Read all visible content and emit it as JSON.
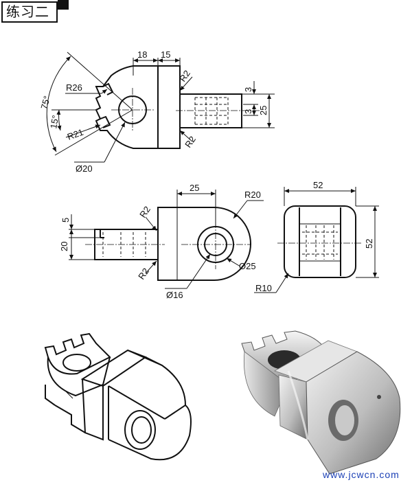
{
  "header": {
    "title": "练习二"
  },
  "front_view": {
    "labels": {
      "d18": "18",
      "d15": "15",
      "d3a": "3",
      "d3b": "3",
      "d25": "25",
      "r26": "R26",
      "r21": "R21",
      "r2a": "R2",
      "r2b": "R2",
      "angle75": "75°",
      "angle15": "15°",
      "dia20": "Ø20"
    }
  },
  "top_view": {
    "labels": {
      "d25": "25",
      "r20": "R20",
      "d5": "5",
      "d20": "20",
      "r2a": "R2",
      "r2b": "R2",
      "dia25": "Ø25",
      "dia16": "Ø16"
    }
  },
  "side_view": {
    "labels": {
      "d52w": "52",
      "d52h": "52",
      "r10": "R10"
    }
  },
  "watermark": {
    "text": "www.jcwcn.com"
  },
  "colors": {
    "line": "#111111",
    "watermark": "#1a3fb5"
  }
}
